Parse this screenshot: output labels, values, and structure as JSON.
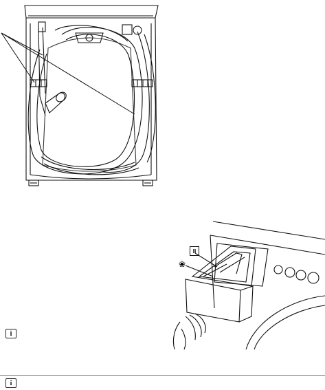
{
  "dispenser_labels": {
    "main_wash": "II",
    "softener": "❀"
  },
  "notes": [
    {
      "icon": "i"
    },
    {
      "icon": "i"
    }
  ]
}
